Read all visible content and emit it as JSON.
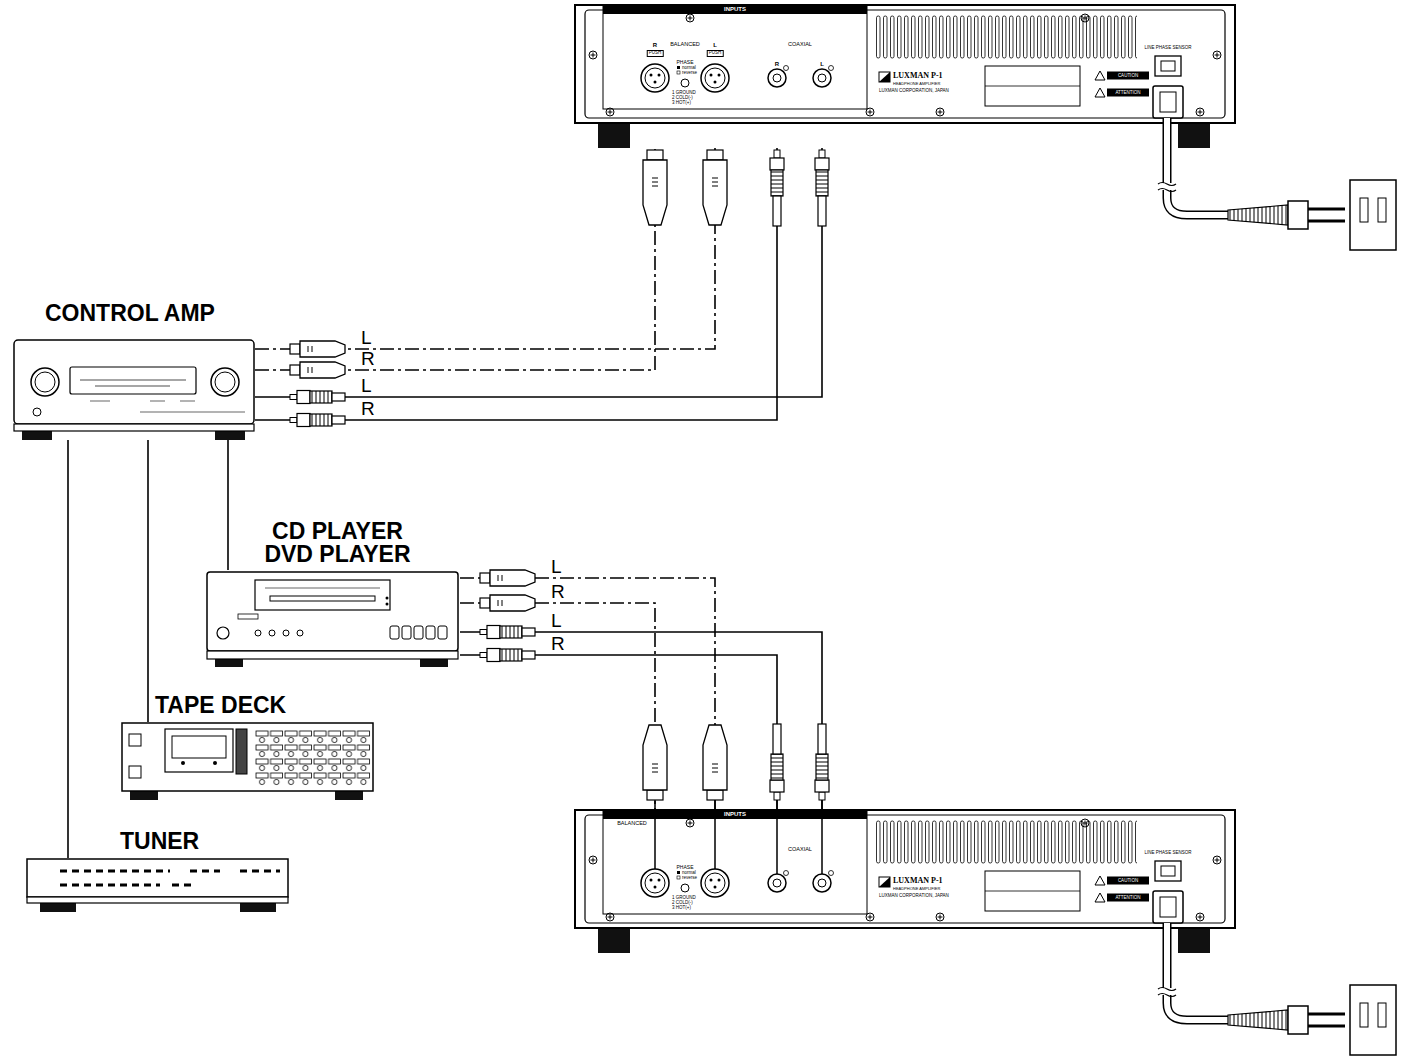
{
  "diagram": {
    "nodes": [
      {
        "text": [
          "LUXMAN P-1",
          "HEADPHONE AMPLIFIER",
          "LUXMAN CORPORATION, JAPAN"
        ]
      },
      {
        "text": [
          "CONTROL AMP"
        ]
      },
      {
        "text": [
          "CD PLAYER DVD PLAYER"
        ]
      },
      {
        "text": [
          "TAPE DECK"
        ]
      },
      {
        "text": [
          "TUNER"
        ]
      },
      {
        "text": [
          "LUXMAN P-1",
          "HEADPHONE AMPLIFIER",
          "LUXMAN CORPORATION, JAPAN"
        ]
      }
    ],
    "edges": [
      {
        "from": 1,
        "to": 0,
        "arrow": "none",
        "label": "L"
      },
      {
        "from": 1,
        "to": 0,
        "arrow": "none",
        "label": "R"
      },
      {
        "from": 1,
        "to": 0,
        "arrow": "none",
        "label": "L"
      },
      {
        "from": 1,
        "to": 0,
        "arrow": "none",
        "label": "R"
      },
      {
        "from": 1,
        "to": 2,
        "arrow": "none"
      },
      {
        "from": 1,
        "to": 3,
        "arrow": "none"
      },
      {
        "from": 1,
        "to": 4,
        "arrow": "none"
      },
      {
        "from": 2,
        "to": 5,
        "arrow": "none",
        "label": "L"
      },
      {
        "from": 2,
        "to": 5,
        "arrow": "none",
        "label": "R"
      },
      {
        "from": 2,
        "to": 5,
        "arrow": "none",
        "label": "L"
      },
      {
        "from": 2,
        "to": 5,
        "arrow": "none",
        "label": "R"
      }
    ],
    "labels": [
      "INPUTS",
      "R",
      "BALANCED",
      "L",
      "PUSH",
      "PUSH",
      "PHASE",
      "normal",
      "reverse",
      "1 GROUND",
      "2 COLD(-)",
      "3 HOT(+)",
      "COAXIAL",
      "R",
      "L",
      "CAUTION",
      "ATTENTION",
      "LINE PHASE SENSOR",
      "BALANCED",
      "INPUTS",
      "PHASE",
      "normal",
      "reverse",
      "1 GROUND",
      "2 COLD(-)",
      "3 HOT(+)",
      "COAXIAL",
      "CAUTION",
      "ATTENTION",
      "LINE PHASE SENSOR"
    ]
  }
}
